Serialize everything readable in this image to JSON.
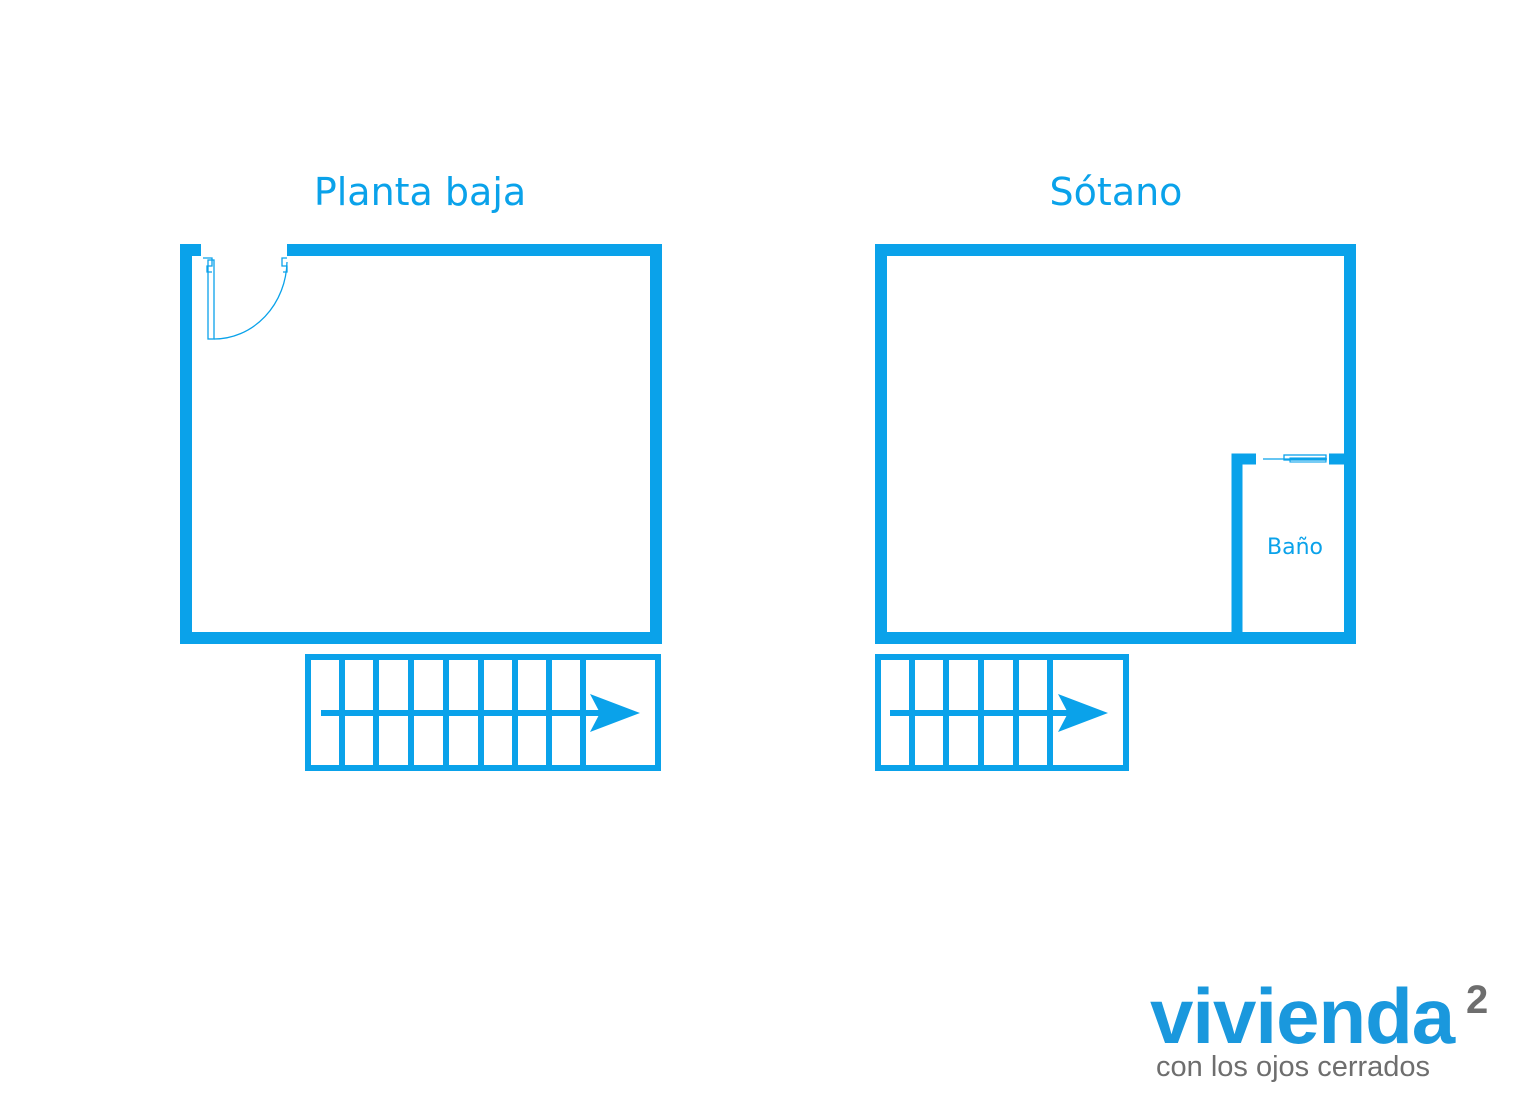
{
  "plans": {
    "ground_floor": {
      "title": "Planta baja"
    },
    "basement": {
      "title": "Sótano",
      "bathroom_label": "Baño"
    }
  },
  "logo": {
    "word": "vivienda",
    "superscript": "2",
    "tagline": "con los ojos cerrados"
  },
  "colors": {
    "plan_blue": "#0aa2ea",
    "logo_blue": "#1a98dd",
    "logo_gray": "#6e6e6e"
  },
  "icons": {
    "stair_arrow": "arrow-right-icon",
    "door_swing": "door-icon",
    "sliding_door": "sliding-door-icon"
  }
}
